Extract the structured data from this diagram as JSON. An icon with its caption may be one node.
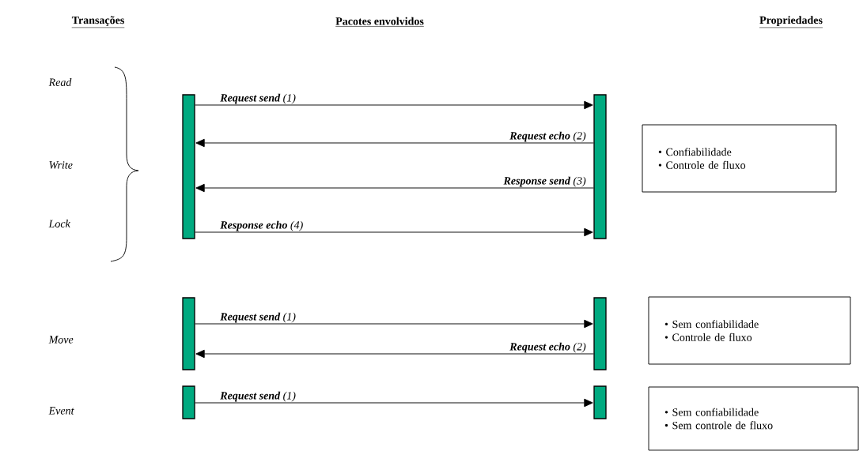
{
  "diagram": {
    "nodes": [
      {
        "text": [],
        "shape": "bar"
      },
      {
        "text": [],
        "shape": "bar"
      },
      {
        "text": [
          "• Confiabilidade",
          "• Controle de fluxo"
        ]
      },
      {
        "text": [],
        "shape": "bar"
      },
      {
        "text": [],
        "shape": "bar"
      },
      {
        "text": [
          "• Sem confiabilidade",
          "• Controle de fluxo"
        ]
      },
      {
        "text": [],
        "shape": "bar"
      },
      {
        "text": [],
        "shape": "bar"
      },
      {
        "text": [
          "• Sem confiabilidade",
          "• Sem controle de fluxo"
        ]
      }
    ],
    "edges": [
      {
        "from": 0,
        "to": 1,
        "arrow": "to",
        "label": "**Request send** (1)"
      },
      {
        "from": 1,
        "to": 0,
        "arrow": "to",
        "label": "**Request echo** (2)"
      },
      {
        "from": 1,
        "to": 0,
        "arrow": "to",
        "label": "**Response send** (3)"
      },
      {
        "from": 0,
        "to": 1,
        "arrow": "to",
        "label": "**Response echo** (4)"
      },
      {
        "from": 3,
        "to": 4,
        "arrow": "to",
        "label": "**Request send** (1)"
      },
      {
        "from": 4,
        "to": 3,
        "arrow": "to",
        "label": "**Request echo** (2)"
      },
      {
        "from": 6,
        "to": 7,
        "arrow": "to",
        "label": "**Request send** (1)"
      }
    ],
    "labels": [
      "Transações",
      "Pacotes envolvidos",
      "Propriedades",
      "Read",
      "Write",
      "Lock",
      "Move",
      "Event"
    ]
  }
}
